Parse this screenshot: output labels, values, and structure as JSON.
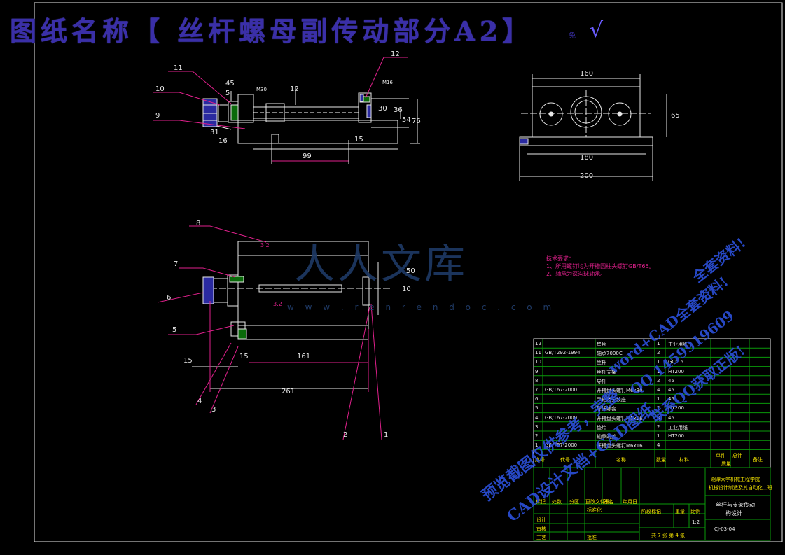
{
  "drawing_title": "图纸名称【 丝杆螺母副传动部分A2】",
  "title_tag": "免",
  "title_check": "√",
  "watermark": {
    "logo": "人人文库",
    "url": "w w w . r e n r e n d o c . c o m"
  },
  "promo_lines": [
    "预览截图仅供参考，完整",
    "CAD设计文档+CAD图纸",
    "全套资料!",
    "word+CAD全套资料!",
    "QQ 1459919609",
    "联系QQ获取正版!"
  ],
  "tech_notes": {
    "heading": "技术要求：",
    "items": [
      "1、所用螺钉均为开槽圆柱头螺钉GB/T65。",
      "2、轴承为深沟球轴承。"
    ]
  },
  "part_labels": [
    "11",
    "10",
    "9",
    "12",
    "8",
    "7",
    "6",
    "5",
    "4",
    "3",
    "2",
    "1"
  ],
  "dimensions": {
    "top_view": [
      "45",
      "5",
      "M30",
      "12",
      "M16",
      "36",
      "30",
      "54",
      "76",
      "15",
      "99",
      "31",
      "16"
    ],
    "side_view": [
      "160",
      "65",
      "180",
      "200"
    ],
    "bottom_view": [
      "3.2",
      "3.2",
      "10",
      "50",
      "15",
      "15",
      "161",
      "261"
    ]
  },
  "bom": {
    "rows": [
      {
        "no": "12",
        "code": "",
        "name": "垫片",
        "qty": "1",
        "material": "工业用纸"
      },
      {
        "no": "11",
        "code": "GB/T292-1994",
        "name": "轴承7000C",
        "qty": "2",
        "material": ""
      },
      {
        "no": "10",
        "code": "",
        "name": "丝杆",
        "qty": "1",
        "material": "GCr15"
      },
      {
        "no": "9",
        "code": "",
        "name": "丝杆支架",
        "qty": "1",
        "material": "HT200"
      },
      {
        "no": "8",
        "code": "",
        "name": "导杆",
        "qty": "2",
        "material": "45"
      },
      {
        "no": "7",
        "code": "GB/T67-2000",
        "name": "开槽盘头螺钉M6x30",
        "qty": "4",
        "material": "45"
      },
      {
        "no": "6",
        "code": "",
        "name": "手轮及安装座",
        "qty": "1",
        "material": "45"
      },
      {
        "no": "5",
        "code": "",
        "name": "导杆螺套",
        "qty": "2",
        "material": "HT200"
      },
      {
        "no": "4",
        "code": "GB/T67-2000",
        "name": "开槽盘头螺钉M5x16",
        "qty": "8",
        "material": "45"
      },
      {
        "no": "3",
        "code": "",
        "name": "垫片",
        "qty": "2",
        "material": "工业用纸"
      },
      {
        "no": "2",
        "code": "",
        "name": "轴承端盖",
        "qty": "1",
        "material": "HT200"
      },
      {
        "no": "1",
        "code": "GB/T67-2000",
        "name": "开槽盘头螺钉M6x16",
        "qty": "4",
        "material": ""
      }
    ],
    "header": {
      "no": "序号",
      "code": "代号",
      "name": "名称",
      "qty": "数量",
      "material": "材料",
      "unit_wt": "单件",
      "total_wt": "总计",
      "weight": "质量",
      "remark": "备注"
    }
  },
  "title_block": {
    "school": "湘潭大学机械工程学院",
    "project": "机械设计制造及其自动化二班",
    "drawing_name": "丝杆与支架传动",
    "drawing_sub": "构设计",
    "drawing_no": "CJ-03-04",
    "scale": "1:2",
    "sheets": "共 7 张  第 4 张",
    "rev_row": [
      "标记",
      "处数",
      "分区",
      "更改文件号",
      "签名",
      "年月日"
    ],
    "roles": [
      "设计",
      "审核",
      "工艺"
    ],
    "standard": "标准化",
    "approve": "批准",
    "stage_row": [
      "阶段标记",
      "重量",
      "比例"
    ]
  }
}
